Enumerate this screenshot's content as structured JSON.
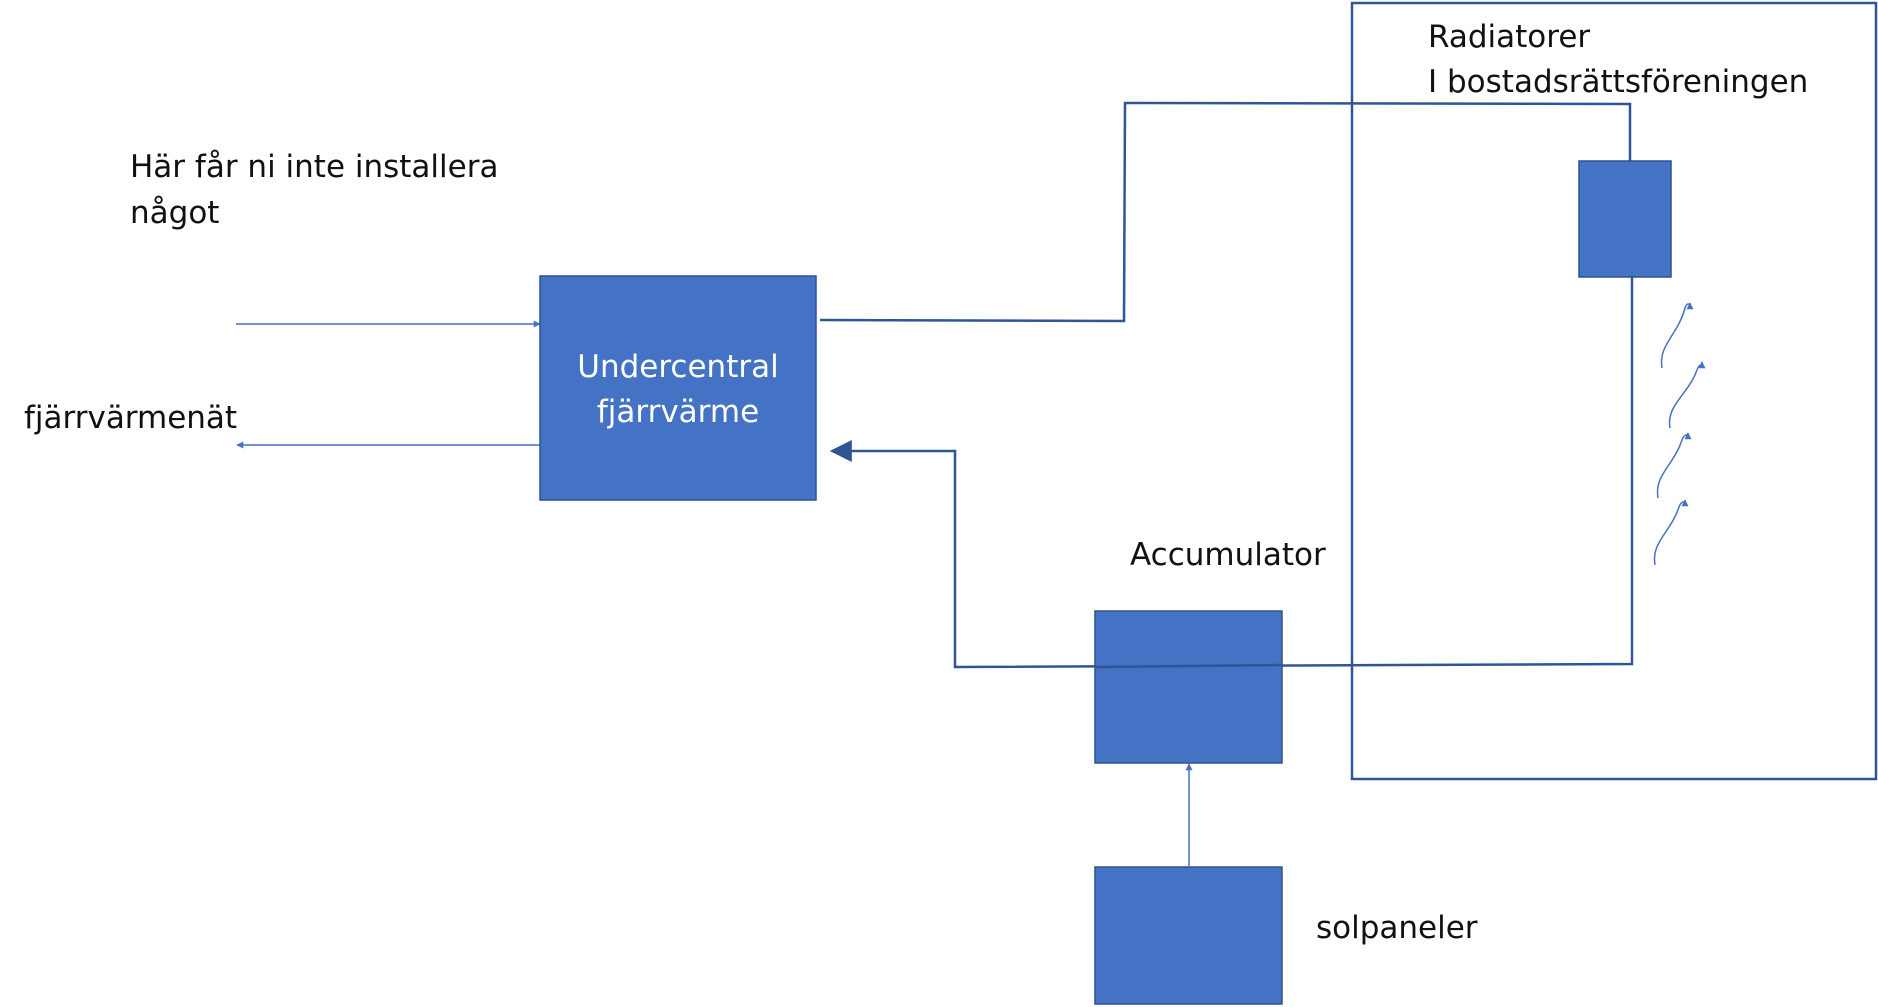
{
  "diagram": {
    "restricted_note": {
      "line1": "Här får ni inte installera",
      "line2": "något"
    },
    "district_network_label": "fjärrvärmenät",
    "substation": {
      "line1": "Undercentral",
      "line2": "fjärrvärme"
    },
    "accumulator_label": "Accumulator",
    "solar_label": "solpaneler",
    "radiators": {
      "line1": "Radiatorer",
      "line2": "I bostadsrättsföreningen"
    }
  },
  "colors": {
    "block_fill": "#4472c4",
    "block_border": "#2f528f",
    "pipe": "#2f5597",
    "arrow_thin": "#4472c4",
    "text": "#111111",
    "box_text": "#ffffff"
  }
}
